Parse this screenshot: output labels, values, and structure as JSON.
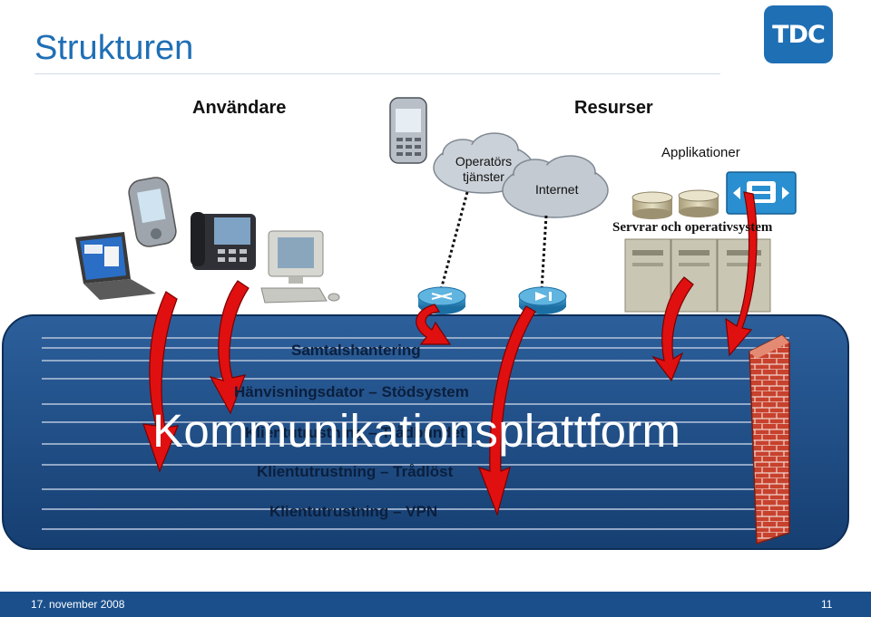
{
  "slide": {
    "title": "Strukturen",
    "logo_text": "TDC"
  },
  "users_heading": "Användare",
  "resources_heading": "Resurser",
  "clouds": {
    "operator": "Operatörs\ntjänster",
    "internet": "Internet"
  },
  "applications_label": "Applikationer",
  "servers_label": "Servrar och operativsystem",
  "platform": {
    "title": "Kommunikationsplattform",
    "layers": [
      "Samtalshantering",
      "Hänvisningsdator – Stödsystem",
      "Klientutrustning – Trådbundet",
      "Klientutrustning – Trådlöst",
      "Klientutrustning – VPN"
    ]
  },
  "footer": {
    "date": "17. november 2008",
    "page": "11"
  },
  "colors": {
    "title_blue": "#1f6fb5",
    "platform_blue": "#1b4a83",
    "arrow_red": "#e01010",
    "footer_blue": "#1a4f8c"
  }
}
